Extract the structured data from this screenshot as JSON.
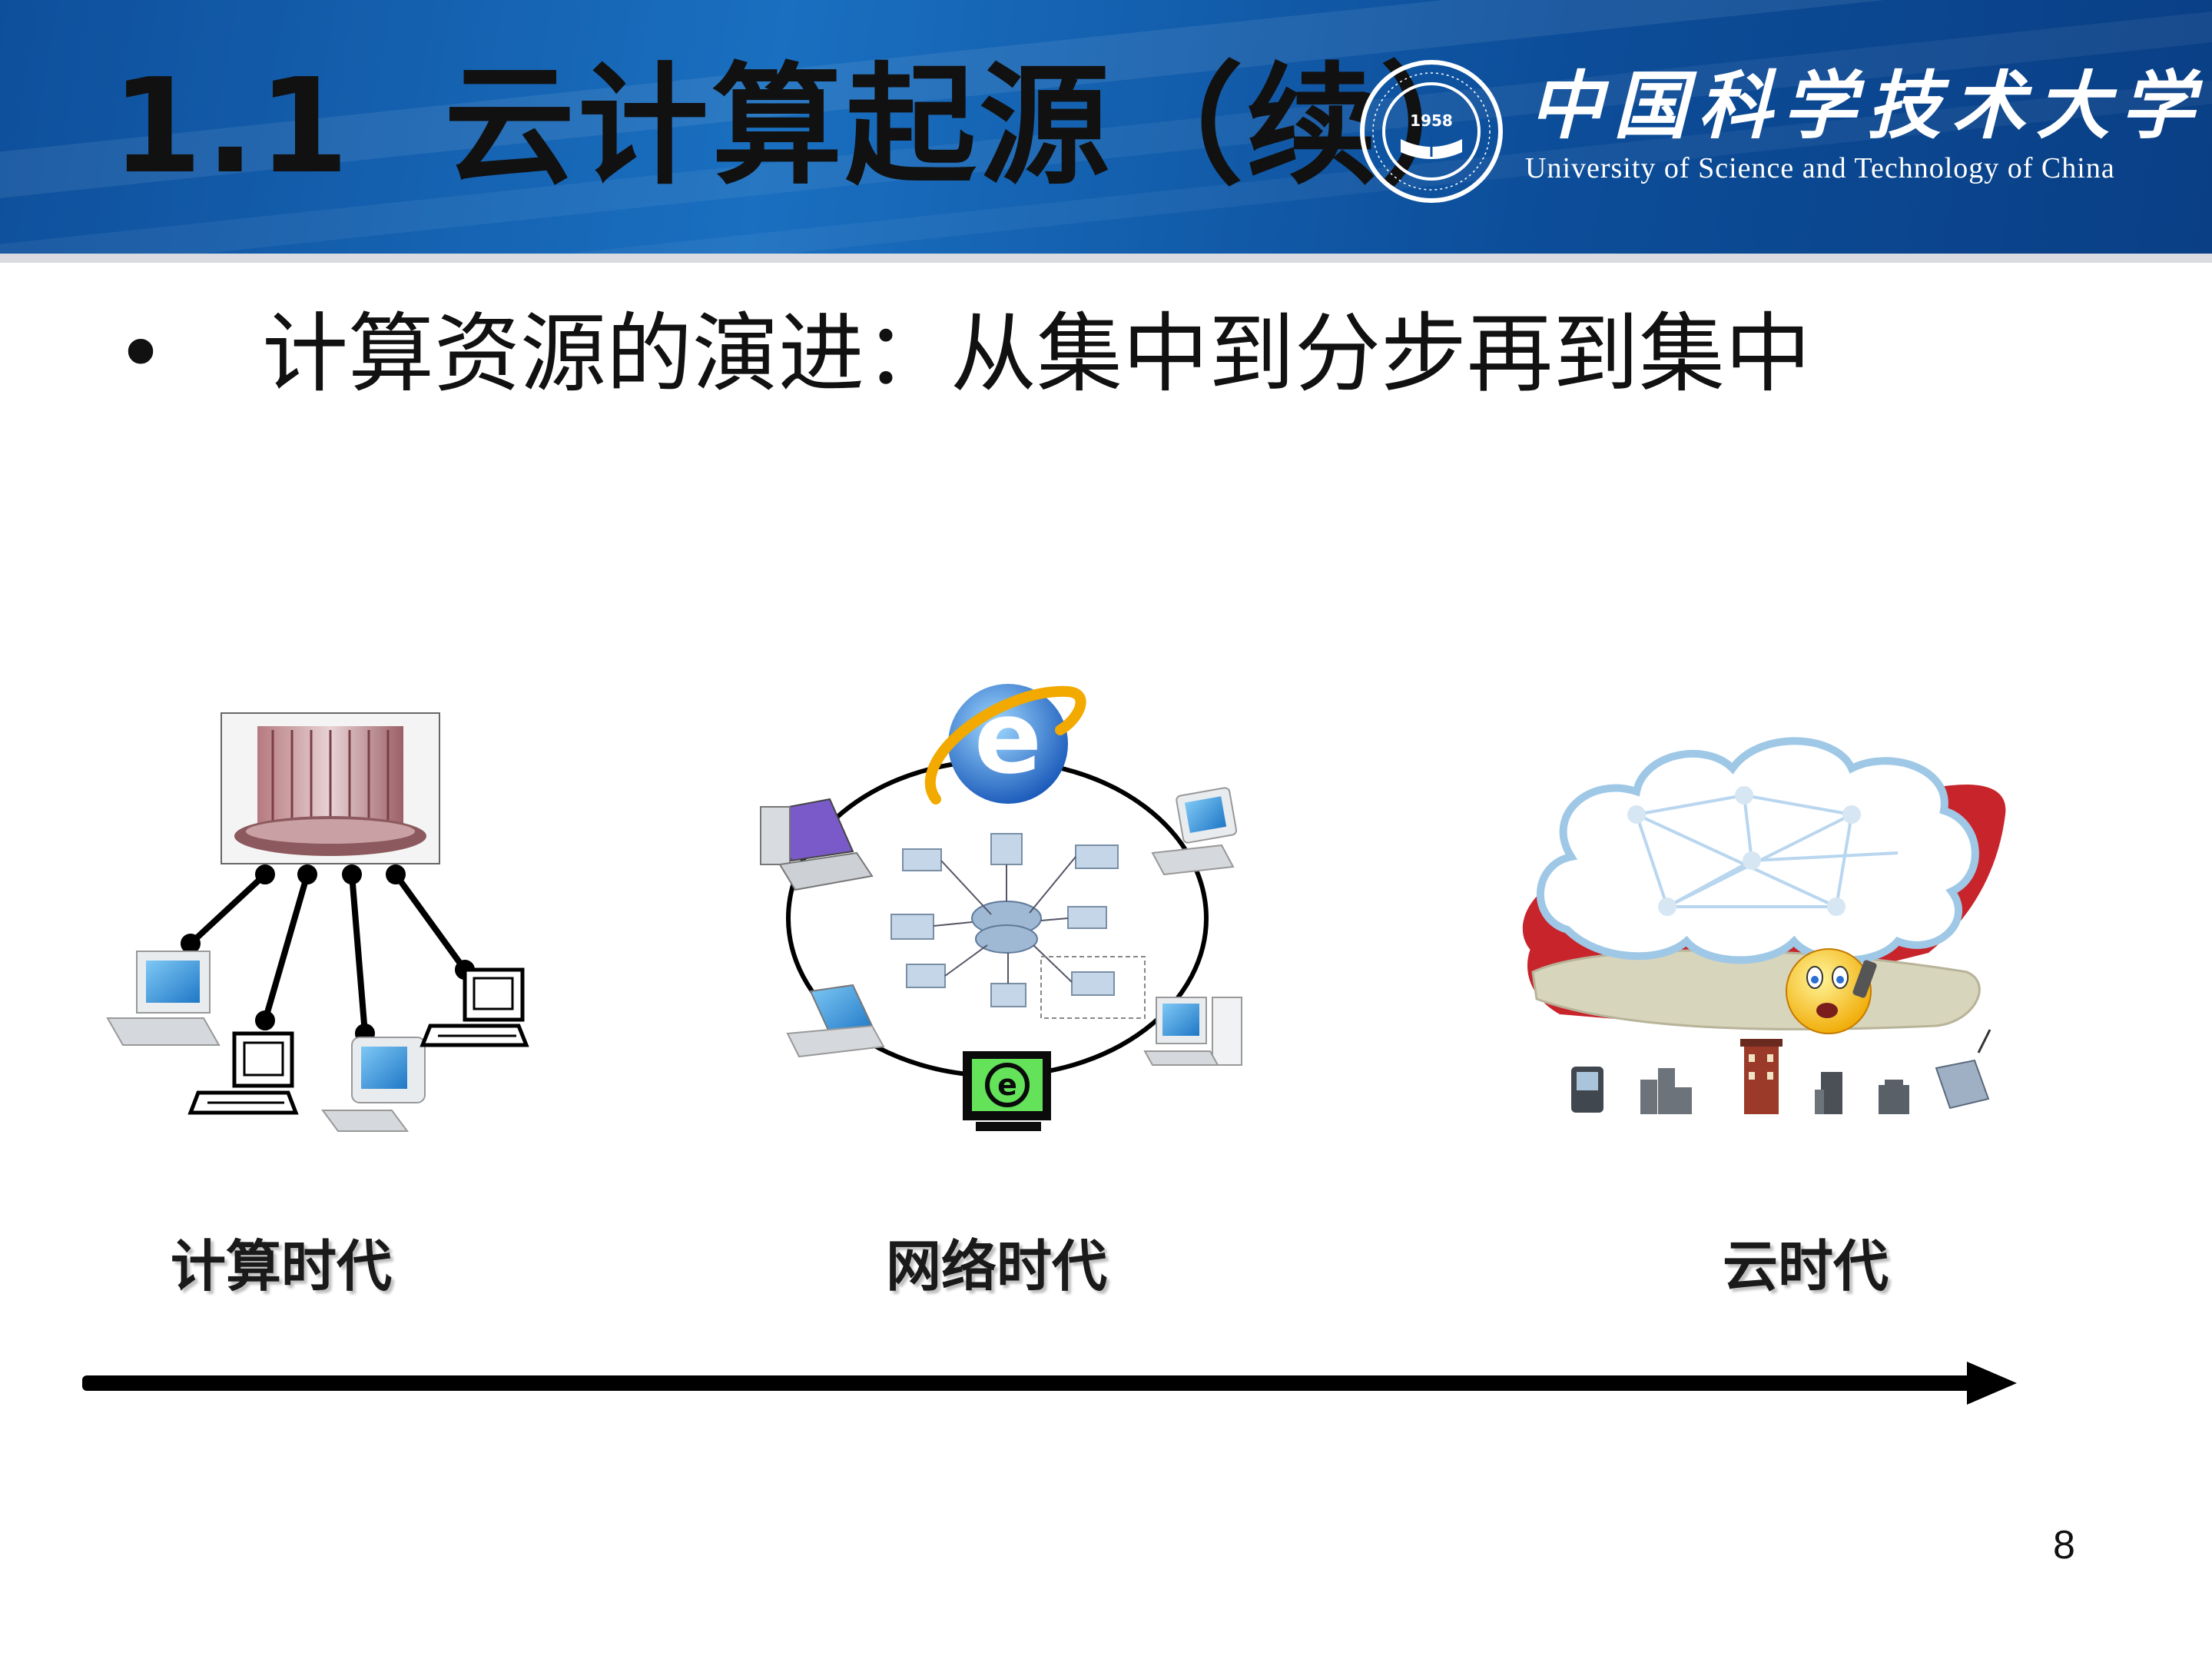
{
  "header": {
    "title_number": "1.1",
    "title_text": "云计算起源（续）",
    "university_cn": "中国科学技术大学",
    "university_en": "University of Science and Technology of China",
    "logo_year": "1958"
  },
  "content": {
    "bullet_symbol": "•",
    "bullet_text": "计算资源的演进：从集中到分步再到集中"
  },
  "eras": [
    {
      "label": "计算时代",
      "icon": "mainframe-icon"
    },
    {
      "label": "网络时代",
      "icon": "internet-explorer-icon"
    },
    {
      "label": "云时代",
      "icon": "cloud-icon"
    }
  ],
  "footer": {
    "page_number": "8"
  },
  "colors": {
    "header_blue": "#0e4f9b",
    "ie_blue": "#1f6fd1",
    "cloud_red": "#c8242b",
    "arrow": "#000000"
  }
}
